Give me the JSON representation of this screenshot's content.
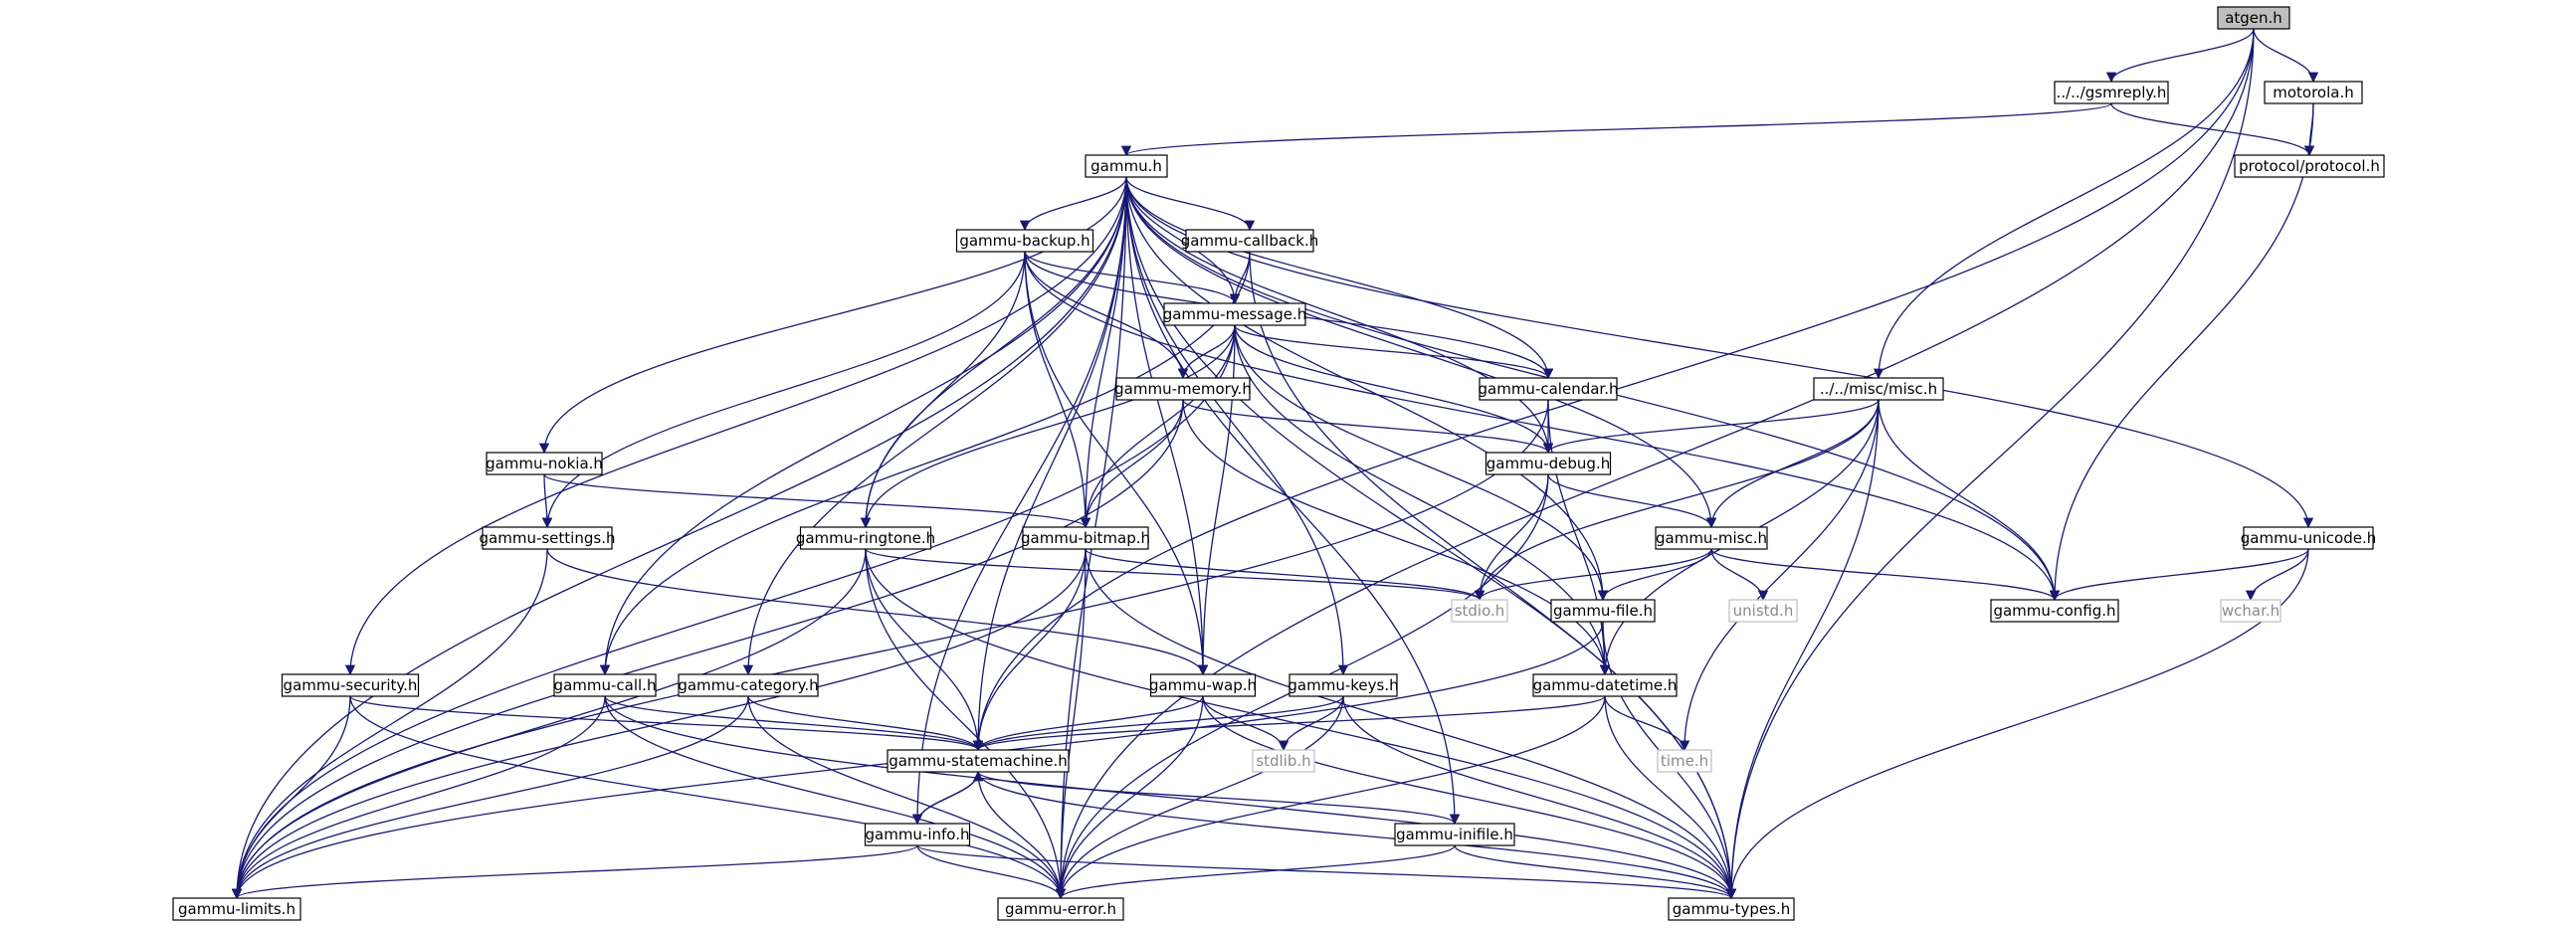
{
  "diagram": {
    "nodes": [
      {
        "id": "atgen",
        "label": "atgen.h",
        "style": "root"
      },
      {
        "id": "gsmreply",
        "label": "../../gsmreply.h",
        "style": "normal"
      },
      {
        "id": "motorola",
        "label": "motorola.h",
        "style": "normal"
      },
      {
        "id": "protocol",
        "label": "protocol/protocol.h",
        "style": "normal"
      },
      {
        "id": "gammu",
        "label": "gammu.h",
        "style": "normal"
      },
      {
        "id": "backup",
        "label": "gammu-backup.h",
        "style": "normal"
      },
      {
        "id": "callback",
        "label": "gammu-callback.h",
        "style": "normal"
      },
      {
        "id": "message",
        "label": "gammu-message.h",
        "style": "normal"
      },
      {
        "id": "memory",
        "label": "gammu-memory.h",
        "style": "normal"
      },
      {
        "id": "calendar",
        "label": "gammu-calendar.h",
        "style": "normal"
      },
      {
        "id": "miscmisc",
        "label": "../../misc/misc.h",
        "style": "normal"
      },
      {
        "id": "nokia",
        "label": "gammu-nokia.h",
        "style": "normal"
      },
      {
        "id": "debug",
        "label": "gammu-debug.h",
        "style": "normal"
      },
      {
        "id": "settings",
        "label": "gammu-settings.h",
        "style": "normal"
      },
      {
        "id": "ringtone",
        "label": "gammu-ringtone.h",
        "style": "normal"
      },
      {
        "id": "bitmap",
        "label": "gammu-bitmap.h",
        "style": "normal"
      },
      {
        "id": "misc",
        "label": "gammu-misc.h",
        "style": "normal"
      },
      {
        "id": "unicode",
        "label": "gammu-unicode.h",
        "style": "normal"
      },
      {
        "id": "stdio",
        "label": "stdio.h",
        "style": "system"
      },
      {
        "id": "unistd",
        "label": "unistd.h",
        "style": "system"
      },
      {
        "id": "config",
        "label": "gammu-config.h",
        "style": "normal"
      },
      {
        "id": "wchar",
        "label": "wchar.h",
        "style": "system"
      },
      {
        "id": "file",
        "label": "gammu-file.h",
        "style": "normal"
      },
      {
        "id": "security",
        "label": "gammu-security.h",
        "style": "normal"
      },
      {
        "id": "call",
        "label": "gammu-call.h",
        "style": "normal"
      },
      {
        "id": "category",
        "label": "gammu-category.h",
        "style": "normal"
      },
      {
        "id": "wap",
        "label": "gammu-wap.h",
        "style": "normal"
      },
      {
        "id": "keys",
        "label": "gammu-keys.h",
        "style": "normal"
      },
      {
        "id": "datetime",
        "label": "gammu-datetime.h",
        "style": "normal"
      },
      {
        "id": "statemachine",
        "label": "gammu-statemachine.h",
        "style": "normal"
      },
      {
        "id": "stdlib",
        "label": "stdlib.h",
        "style": "system"
      },
      {
        "id": "time",
        "label": "time.h",
        "style": "system"
      },
      {
        "id": "info",
        "label": "gammu-info.h",
        "style": "normal"
      },
      {
        "id": "inifile",
        "label": "gammu-inifile.h",
        "style": "normal"
      },
      {
        "id": "limits",
        "label": "gammu-limits.h",
        "style": "normal"
      },
      {
        "id": "error",
        "label": "gammu-error.h",
        "style": "normal"
      },
      {
        "id": "types",
        "label": "gammu-types.h",
        "style": "normal"
      }
    ],
    "edges": [
      [
        "atgen",
        "gsmreply"
      ],
      [
        "atgen",
        "motorola"
      ],
      [
        "atgen",
        "miscmisc"
      ],
      [
        "atgen",
        "statemachine"
      ],
      [
        "atgen",
        "error"
      ],
      [
        "atgen",
        "types"
      ],
      [
        "gsmreply",
        "gammu"
      ],
      [
        "gsmreply",
        "protocol"
      ],
      [
        "motorola",
        "protocol"
      ],
      [
        "motorola",
        "config"
      ],
      [
        "gammu",
        "backup"
      ],
      [
        "gammu",
        "callback"
      ],
      [
        "gammu",
        "message"
      ],
      [
        "gammu",
        "calendar"
      ],
      [
        "gammu",
        "nokia"
      ],
      [
        "gammu",
        "ringtone"
      ],
      [
        "gammu",
        "bitmap"
      ],
      [
        "gammu",
        "debug"
      ],
      [
        "gammu",
        "misc"
      ],
      [
        "gammu",
        "unicode"
      ],
      [
        "gammu",
        "config"
      ],
      [
        "gammu",
        "file"
      ],
      [
        "gammu",
        "security"
      ],
      [
        "gammu",
        "call"
      ],
      [
        "gammu",
        "category"
      ],
      [
        "gammu",
        "wap"
      ],
      [
        "gammu",
        "keys"
      ],
      [
        "gammu",
        "statemachine"
      ],
      [
        "gammu",
        "info"
      ],
      [
        "gammu",
        "inifile"
      ],
      [
        "gammu",
        "limits"
      ],
      [
        "gammu",
        "error"
      ],
      [
        "gammu",
        "types"
      ],
      [
        "backup",
        "message"
      ],
      [
        "backup",
        "memory"
      ],
      [
        "backup",
        "calendar"
      ],
      [
        "backup",
        "settings"
      ],
      [
        "backup",
        "ringtone"
      ],
      [
        "backup",
        "bitmap"
      ],
      [
        "backup",
        "wap"
      ],
      [
        "backup",
        "config"
      ],
      [
        "callback",
        "message"
      ],
      [
        "callback",
        "call"
      ],
      [
        "callback",
        "types"
      ],
      [
        "message",
        "memory"
      ],
      [
        "message",
        "calendar"
      ],
      [
        "message",
        "debug"
      ],
      [
        "message",
        "ringtone"
      ],
      [
        "message",
        "bitmap"
      ],
      [
        "message",
        "file"
      ],
      [
        "message",
        "wap"
      ],
      [
        "message",
        "datetime"
      ],
      [
        "message",
        "limits"
      ],
      [
        "memory",
        "debug"
      ],
      [
        "memory",
        "bitmap"
      ],
      [
        "memory",
        "datetime"
      ],
      [
        "memory",
        "limits"
      ],
      [
        "calendar",
        "debug"
      ],
      [
        "calendar",
        "datetime"
      ],
      [
        "calendar",
        "limits"
      ],
      [
        "miscmisc",
        "debug"
      ],
      [
        "miscmisc",
        "misc"
      ],
      [
        "miscmisc",
        "config"
      ],
      [
        "miscmisc",
        "stdio"
      ],
      [
        "miscmisc",
        "datetime"
      ],
      [
        "miscmisc",
        "time"
      ],
      [
        "miscmisc",
        "types"
      ],
      [
        "nokia",
        "settings"
      ],
      [
        "nokia",
        "bitmap"
      ],
      [
        "debug",
        "misc"
      ],
      [
        "debug",
        "stdio"
      ],
      [
        "debug",
        "error"
      ],
      [
        "settings",
        "wap"
      ],
      [
        "settings",
        "limits"
      ],
      [
        "ringtone",
        "stdio"
      ],
      [
        "ringtone",
        "statemachine"
      ],
      [
        "ringtone",
        "error"
      ],
      [
        "ringtone",
        "limits"
      ],
      [
        "ringtone",
        "types"
      ],
      [
        "bitmap",
        "stdio"
      ],
      [
        "bitmap",
        "statemachine"
      ],
      [
        "bitmap",
        "limits"
      ],
      [
        "bitmap",
        "error"
      ],
      [
        "bitmap",
        "types"
      ],
      [
        "misc",
        "stdio"
      ],
      [
        "misc",
        "unistd"
      ],
      [
        "misc",
        "config"
      ],
      [
        "misc",
        "file"
      ],
      [
        "unicode",
        "config"
      ],
      [
        "unicode",
        "wchar"
      ],
      [
        "unicode",
        "types"
      ],
      [
        "file",
        "datetime"
      ],
      [
        "file",
        "limits"
      ],
      [
        "file",
        "types"
      ],
      [
        "security",
        "statemachine"
      ],
      [
        "security",
        "limits"
      ],
      [
        "security",
        "error"
      ],
      [
        "call",
        "statemachine"
      ],
      [
        "call",
        "limits"
      ],
      [
        "call",
        "error"
      ],
      [
        "call",
        "types"
      ],
      [
        "category",
        "statemachine"
      ],
      [
        "category",
        "limits"
      ],
      [
        "category",
        "error"
      ],
      [
        "wap",
        "statemachine"
      ],
      [
        "wap",
        "stdlib"
      ],
      [
        "wap",
        "error"
      ],
      [
        "wap",
        "types"
      ],
      [
        "keys",
        "statemachine"
      ],
      [
        "keys",
        "stdlib"
      ],
      [
        "keys",
        "error"
      ],
      [
        "keys",
        "types"
      ],
      [
        "datetime",
        "statemachine"
      ],
      [
        "datetime",
        "time"
      ],
      [
        "datetime",
        "error"
      ],
      [
        "datetime",
        "types"
      ],
      [
        "statemachine",
        "info"
      ],
      [
        "statemachine",
        "inifile"
      ],
      [
        "statemachine",
        "error"
      ],
      [
        "statemachine",
        "types"
      ],
      [
        "info",
        "statemachine"
      ],
      [
        "info",
        "limits"
      ],
      [
        "info",
        "error"
      ],
      [
        "info",
        "types"
      ],
      [
        "inifile",
        "error"
      ],
      [
        "inifile",
        "types"
      ]
    ],
    "colors": {
      "edge": "#191970",
      "node_border": "#000000",
      "system_border": "#bfbfbf",
      "root_fill": "#bfbfbf"
    }
  }
}
